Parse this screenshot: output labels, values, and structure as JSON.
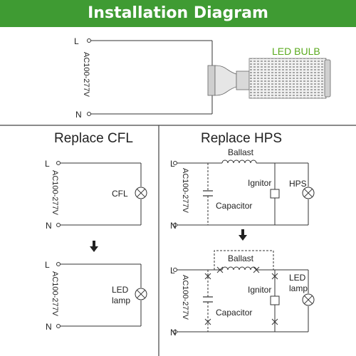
{
  "header": {
    "title": "Installation Diagram"
  },
  "colors": {
    "header_bg": "#3f9b33",
    "led_bulb_text": "#5aaa1e",
    "line": "#333333",
    "divider": "#444444"
  },
  "top": {
    "terminal_top": "L",
    "terminal_bottom": "N",
    "voltage": "AC100-277V",
    "bulb_label": "LED BULB"
  },
  "cfl": {
    "title": "Replace CFL",
    "before": {
      "terminal_top": "L",
      "terminal_bottom": "N",
      "voltage": "AC100-277V",
      "load_label": "CFL"
    },
    "after": {
      "terminal_top": "L",
      "terminal_bottom": "N",
      "voltage": "AC100-277V",
      "load_label_line1": "LED",
      "load_label_line2": "lamp"
    }
  },
  "hps": {
    "title": "Replace HPS",
    "before": {
      "terminal_top": "L",
      "terminal_bottom": "N",
      "voltage": "AC100-277V",
      "ballast": "Ballast",
      "ignitor": "Ignitor",
      "capacitor": "Capacitor",
      "load_label": "HPS"
    },
    "after": {
      "terminal_top": "L",
      "terminal_bottom": "N",
      "voltage": "AC100-277V",
      "ballast": "Ballast",
      "ignitor": "Ignitor",
      "capacitor": "Capacitor",
      "load_label_line1": "LED",
      "load_label_line2": "lamp"
    }
  }
}
